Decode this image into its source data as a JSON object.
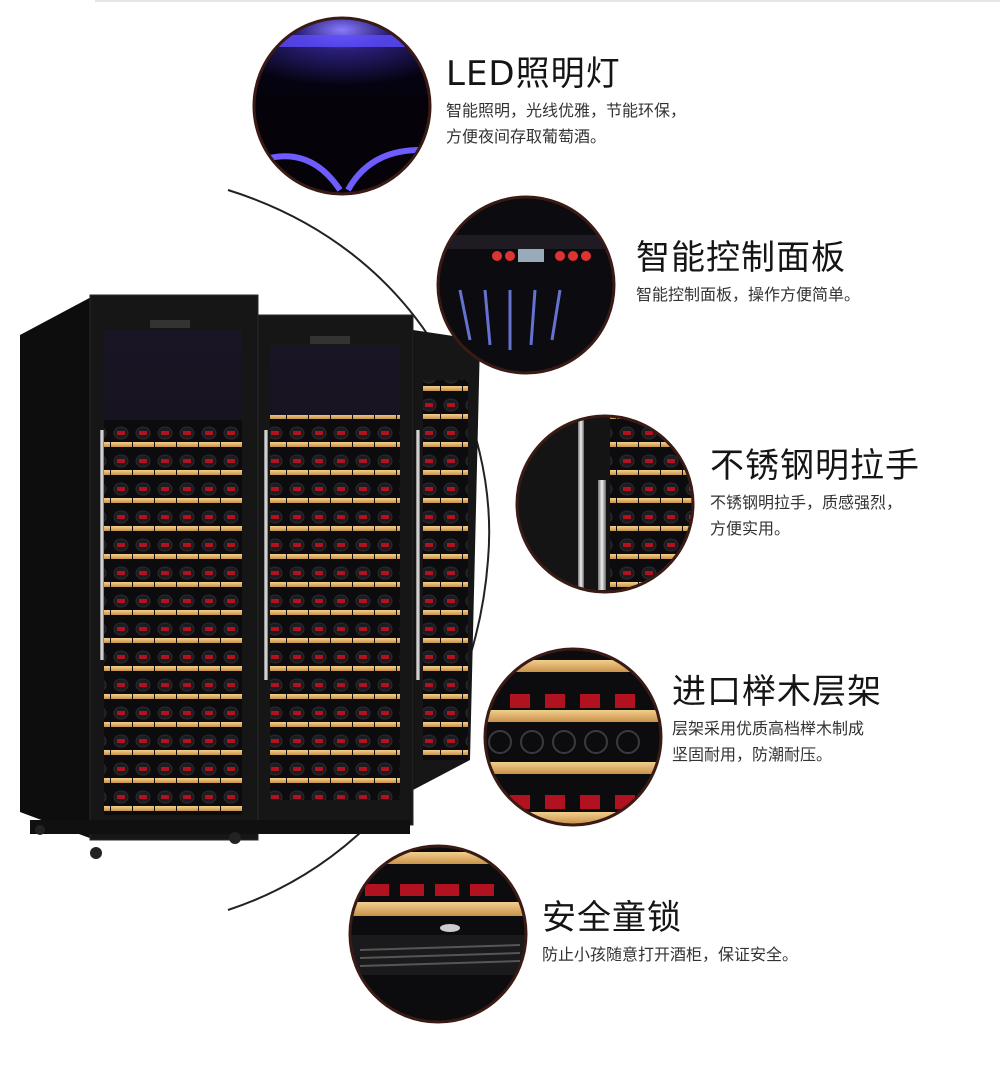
{
  "features": [
    {
      "id": "led-light",
      "title": "LED照明灯",
      "desc": [
        "智能照明，光线优雅，节能环保，",
        "方便夜间存取葡萄酒。"
      ]
    },
    {
      "id": "control-panel",
      "title": "智能控制面板",
      "desc": [
        "智能控制面板，操作方便简单。"
      ]
    },
    {
      "id": "steel-handle",
      "title": "不锈钢明拉手",
      "desc": [
        "不锈钢明拉手，质感强烈，",
        "方便实用。"
      ]
    },
    {
      "id": "beech-shelf",
      "title": "进口榉木层架",
      "desc": [
        "层架采用优质高档榉木制成",
        "坚固耐用，防潮耐压。"
      ]
    },
    {
      "id": "child-lock",
      "title": "安全童锁",
      "desc": [
        "防止小孩随意打开酒柜，保证安全。"
      ]
    }
  ],
  "colors": {
    "circle_border": "#3a1a14",
    "cabinet_body": "#111111",
    "shelf_wood": "#e1b46e",
    "bottle_cap": "#b0121f",
    "led_blue": "#6f5cff"
  }
}
